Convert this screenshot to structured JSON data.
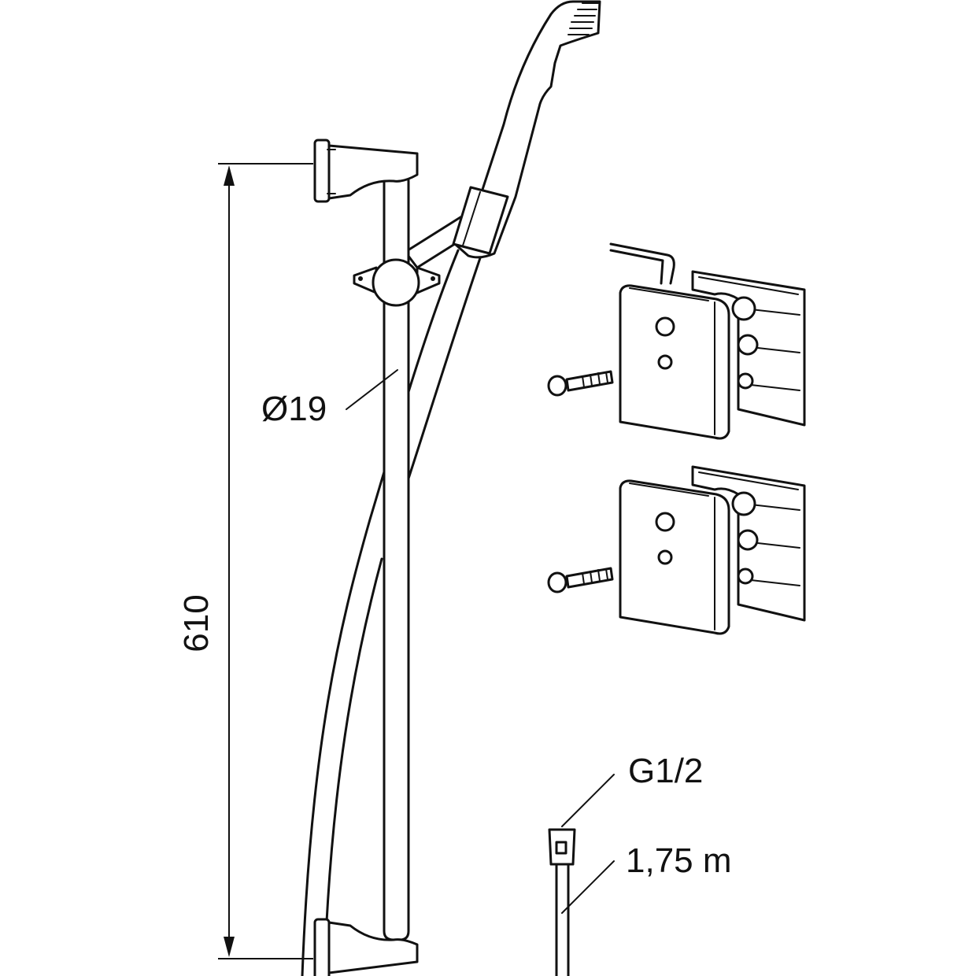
{
  "dimensions": {
    "height": "610",
    "diameter": "Ø19"
  },
  "hose": {
    "thread": "G1/2",
    "length": "1,75 m"
  },
  "icons": [
    "shower-rail-icon",
    "hand-shower-icon",
    "wall-bracket-icon",
    "screw-icon",
    "hex-key-icon",
    "shower-hose-icon"
  ]
}
